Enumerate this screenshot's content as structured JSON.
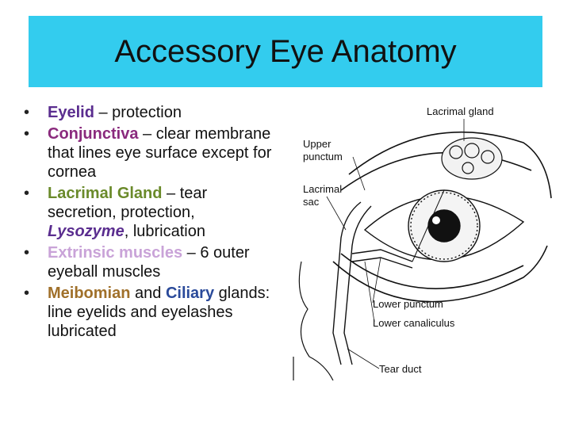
{
  "slide": {
    "title": "Accessory Eye Anatomy",
    "bullets": [
      {
        "term": "Eyelid",
        "text": " – protection"
      },
      {
        "term": "Conjunctiva",
        "text": " – clear membrane that lines eye surface except for cornea"
      },
      {
        "term": "Lacrimal Gland",
        "text": " – tear secretion, protection, ",
        "em": "Lysozyme",
        "text2": ", lubrication"
      },
      {
        "term": "Extrinsic muscles",
        "text": " – 6 outer eyeball muscles"
      },
      {
        "term": "Meibomian",
        "mid": " and ",
        "term2": "Ciliary",
        "text": " glands: line eyelids and eyelashes lubricated"
      }
    ]
  },
  "diagram": {
    "labels": {
      "lacrimal_gland": "Lacrimal gland",
      "upper_punctum_1": "Upper",
      "upper_punctum_2": "punctum",
      "lacrimal_sac_1": "Lacrimal",
      "lacrimal_sac_2": "sac",
      "lower_punctum": "Lower punctum",
      "lower_canaliculus": "Lower canaliculus",
      "tear_duct": "Tear duct"
    }
  },
  "colors": {
    "title_bg": "#33ccee",
    "eyelid": "#5a2d8f",
    "conjunctiva": "#8a2a7d",
    "lacrimal_gland": "#6a8a2a",
    "extrinsic_muscles": "#c9a3d8",
    "meibomian": "#a0702a",
    "ciliary": "#2a4a9a"
  }
}
